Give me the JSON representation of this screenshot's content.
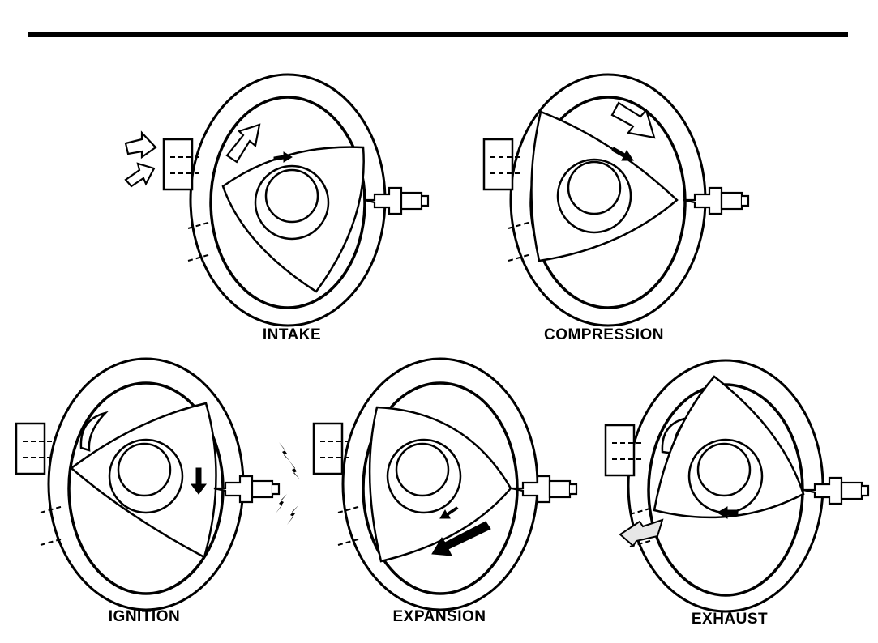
{
  "figure": {
    "stages": [
      {
        "key": "intake",
        "label": "INTAKE"
      },
      {
        "key": "compression",
        "label": "COMPRESSION"
      },
      {
        "key": "ignition",
        "label": "IGNITION"
      },
      {
        "key": "expansion",
        "label": "EXPANSION"
      },
      {
        "key": "exhaust",
        "label": "EXHAUST"
      }
    ]
  }
}
